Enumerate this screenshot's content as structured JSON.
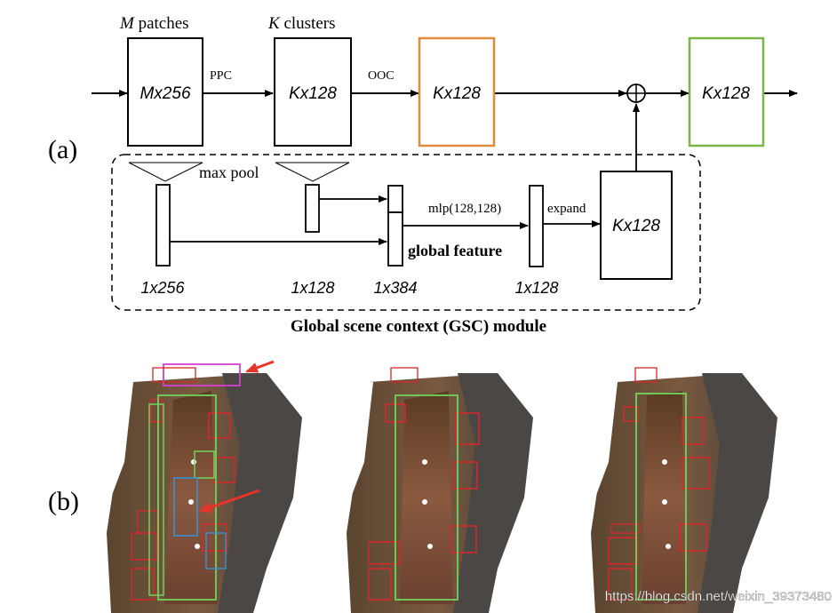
{
  "part_a": {
    "label": "(a)",
    "top": {
      "box1": {
        "label": "Mx256",
        "heading_var": "M",
        "heading_rest": " patches"
      },
      "arrow1_label": "PPC",
      "box2": {
        "label": "Kx128",
        "heading_var": "K",
        "heading_rest": " clusters"
      },
      "arrow2_label": "OOC",
      "box3": {
        "label": "Kx128",
        "color": "#e08a3c"
      },
      "box4": {
        "label": "Kx128",
        "color": "#7ab648"
      },
      "sum_symbol": "⊕"
    },
    "gsc": {
      "maxpool_label": "max pool",
      "bar1_dim": "1x256",
      "bar2_dim": "1x128",
      "bar3_dim": "1x384",
      "mlp_label": "mlp(128,128)",
      "global_feature_label": "global feature",
      "bar4_dim": "1x128",
      "expand_label": "expand",
      "box_label": "Kx128",
      "caption": "Global scene context (GSC) module"
    }
  },
  "part_b": {
    "label": "(b)",
    "panels": 3,
    "box_colors": {
      "red": "#d8262c",
      "green": "#72d35c",
      "blue": "#3b8fd6",
      "magenta": "#d63fd0"
    }
  },
  "watermark": "https://blog.csdn.net/weixin_39373480"
}
